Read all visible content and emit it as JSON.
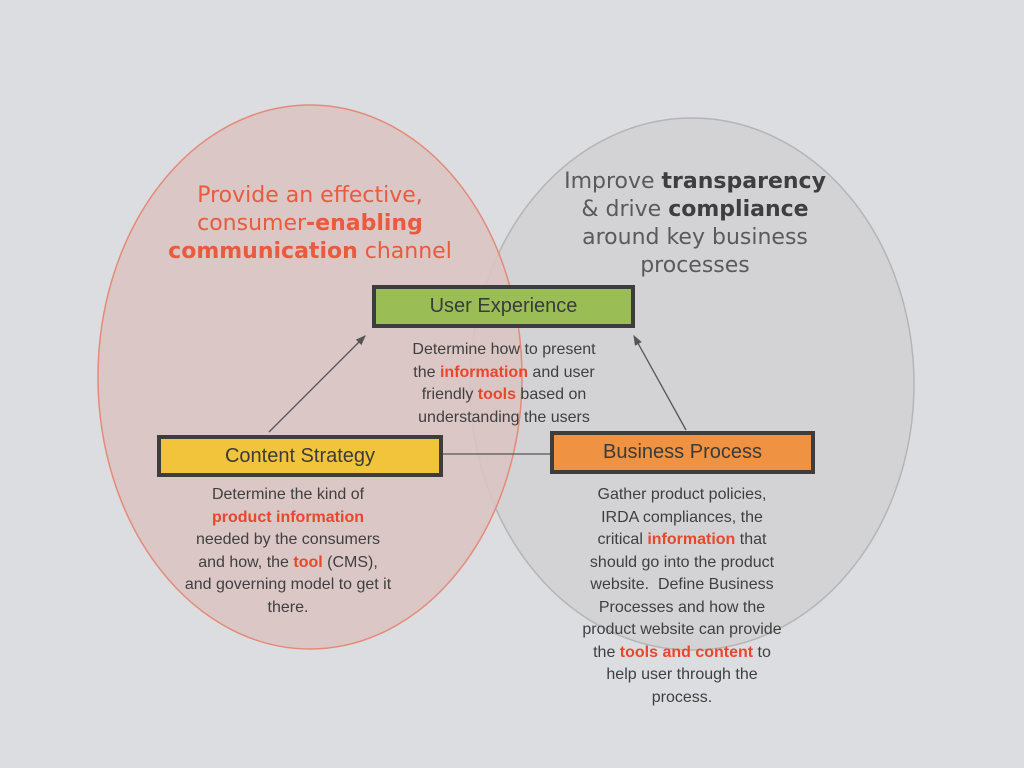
{
  "colors": {
    "background": "#dcdde0",
    "left_circle": "#dcc6c3",
    "right_circle": "#d3d3d5",
    "user_experience": "#9bbd56",
    "content_strategy": "#f2c43b",
    "business_process": "#ef9241",
    "highlight": "#e8472c"
  },
  "left_goal": {
    "l1": "Provide an effective,",
    "l2a": "consumer",
    "l2b": "-enabling",
    "l3a": "communication",
    "l3b": " channel"
  },
  "right_goal": {
    "l1a": "Improve ",
    "l1b": "transparency",
    "l2a": "& drive ",
    "l2b": "compliance",
    "l3": "around key business",
    "l4": "processes"
  },
  "boxes": {
    "ux": "User Experience",
    "cs": "Content Strategy",
    "bp": "Business Process"
  },
  "ux_desc": {
    "a": "Determine how to present",
    "b": "the ",
    "c": "information",
    "d": " and user",
    "e": "friendly ",
    "f": "tools",
    "g": " based on",
    "h": "understanding the users"
  },
  "cs_desc": {
    "a": "Determine the kind of",
    "b": "product information",
    "c": "needed by the consumers",
    "d": "and how, the ",
    "e": "tool",
    "f": " (CMS),",
    "g": "and governing model to get it",
    "h": "there."
  },
  "bp_desc": {
    "a": "Gather product policies,",
    "b": "IRDA compliances, the",
    "c": "critical ",
    "d": "information",
    "e": " that",
    "f": "should go into the product",
    "g": "website.  Define Business",
    "h": "Processes and how the",
    "i": "product website can provide",
    "j": "the ",
    "k": "tools and content",
    "l": " to",
    "m": "help user through the",
    "n": "process."
  }
}
